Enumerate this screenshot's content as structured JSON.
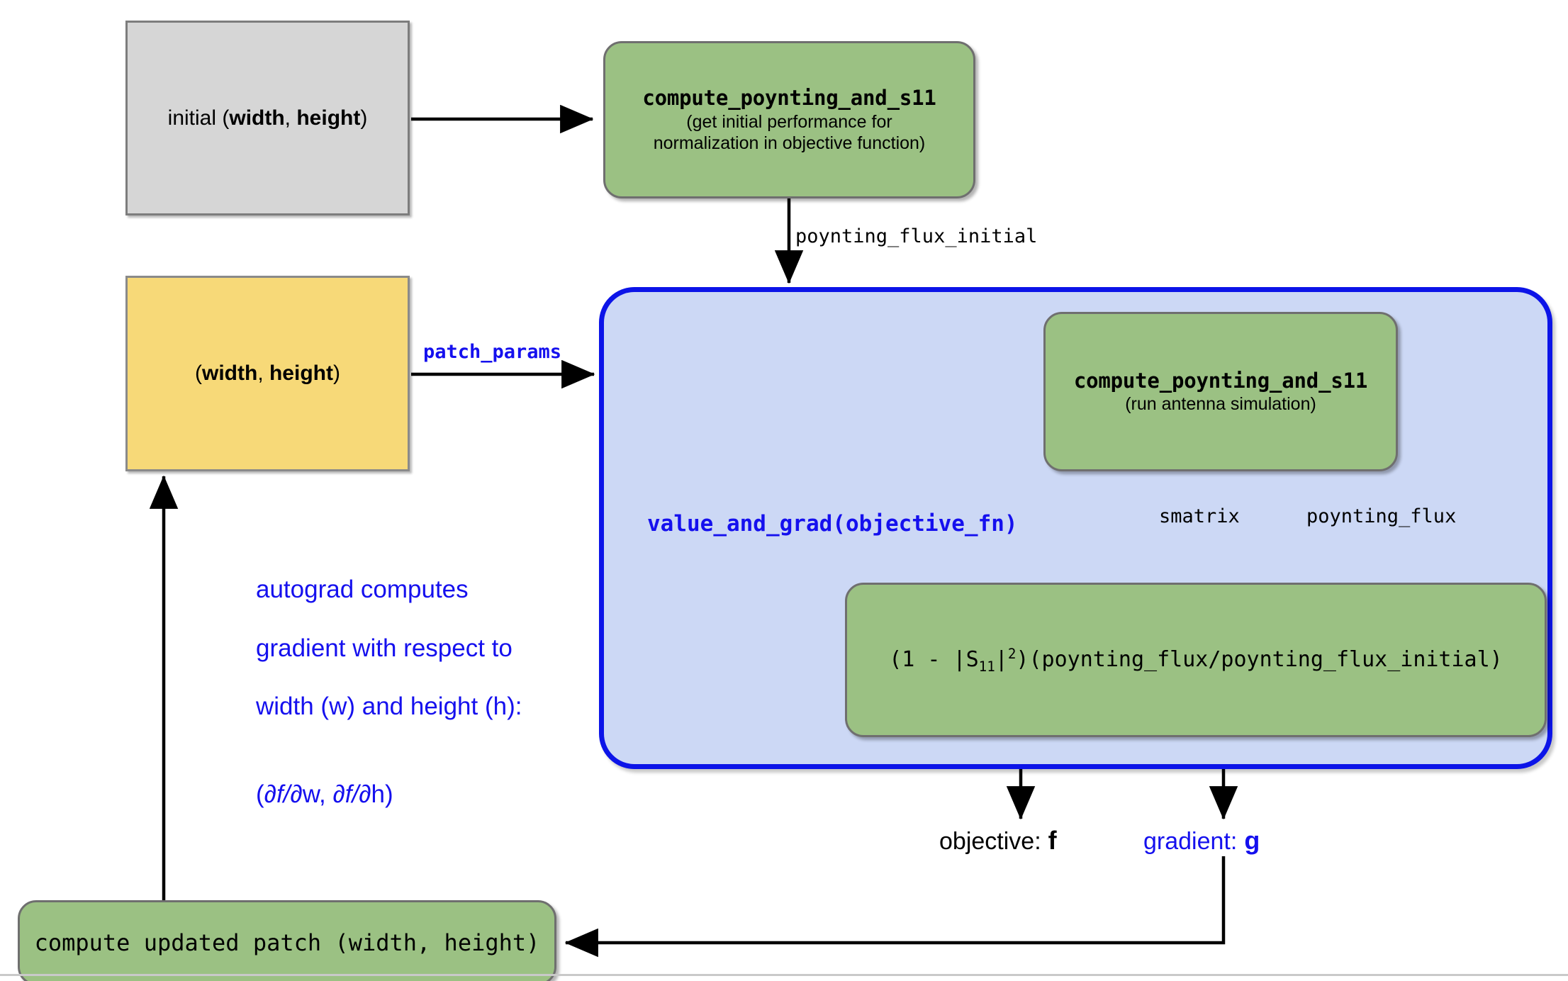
{
  "diagram": {
    "title": "autograd antenna patch optimization flow",
    "colors": {
      "green_fill": "#9bc183",
      "gray_fill": "#d6d6d6",
      "yellow_fill": "#f7d978",
      "blue_fill": "#ccd8f5",
      "blue_stroke": "#0c14e8",
      "blue_text": "#1510ee",
      "black": "#000000"
    },
    "nodes": {
      "initial_params": {
        "text_prefix": "initial (",
        "text_bold_1": "width",
        "text_mid": ", ",
        "text_bold_2": "height",
        "text_suffix": ")",
        "full_text": "initial (width, height)"
      },
      "compute_initial": {
        "title": "compute_poynting_and_s11",
        "subtitle_line1": "(get initial performance for",
        "subtitle_line2": "normalization in objective function)"
      },
      "patch_params_box": {
        "text_prefix": "(",
        "text_bold_1": "width",
        "text_mid": ", ",
        "text_bold_2": "height",
        "text_suffix": ")",
        "full_text": "(width, height)"
      },
      "value_and_grad_container": {
        "tag": "value_and_grad(objective_fn)"
      },
      "compute_sim": {
        "title": "compute_poynting_and_s11",
        "subtitle": "(run antenna simulation)"
      },
      "objective_formula": {
        "lead": "(1 - |S",
        "sub": "11",
        "mid": "|",
        "sup": "2",
        "tail": ")(poynting_flux/poynting_flux_initial)",
        "full_text": "(1 - |S11|^2)(poynting_flux/poynting_flux_initial)"
      },
      "update_patch": {
        "text": "compute updated patch (width, height)"
      }
    },
    "edge_labels": {
      "poynting_flux_initial": "poynting_flux_initial",
      "patch_params": "patch_params",
      "smatrix": "smatrix",
      "poynting_flux": "poynting_flux"
    },
    "annotations": {
      "autograd_note_line1": "autograd computes",
      "autograd_note_line2": "gradient with respect to",
      "autograd_note_line3": "width (w) and height (h):",
      "autograd_note_line4_open": "(",
      "autograd_note_partial_w": "∂f/∂",
      "autograd_note_w": "w, ",
      "autograd_note_partial_h": "∂f/∂",
      "autograd_note_h": "h)",
      "autograd_note_line4": "(∂f/∂w, ∂f/∂h)"
    },
    "outputs": {
      "objective_label": "objective:",
      "objective_symbol": "f",
      "gradient_label": "gradient:",
      "gradient_symbol": "g"
    }
  }
}
